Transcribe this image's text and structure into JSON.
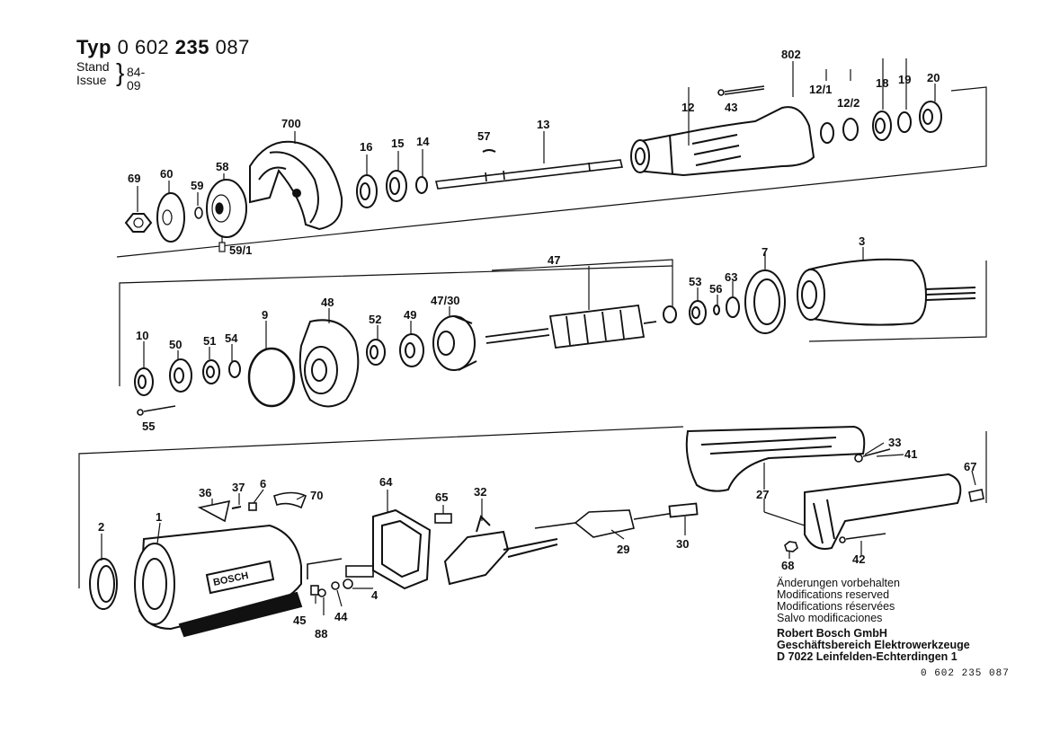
{
  "header": {
    "typ_label": "Typ",
    "typ_number_a": "0 602",
    "typ_number_b": "235",
    "typ_number_c": "087",
    "stand_label": "Stand",
    "issue_label": "Issue",
    "date": "84-09"
  },
  "parts": {
    "p69": "69",
    "p60": "60",
    "p59": "59",
    "p58": "58",
    "p59_1": "59/1",
    "p700": "700",
    "p16": "16",
    "p15": "15",
    "p14": "14",
    "p57": "57",
    "p13": "13",
    "p12": "12",
    "p43": "43",
    "p802": "802",
    "p12_1": "12/1",
    "p12_2": "12/2",
    "p18": "18",
    "p19": "19",
    "p20": "20",
    "p10": "10",
    "p50": "50",
    "p51": "51",
    "p54": "54",
    "p55": "55",
    "p9": "9",
    "p48": "48",
    "p52": "52",
    "p49": "49",
    "p47_30": "47/30",
    "p47": "47",
    "p53": "53",
    "p56": "56",
    "p63": "63",
    "p7": "7",
    "p3": "3",
    "p2": "2",
    "p1": "1",
    "p36": "36",
    "p37": "37",
    "p6": "6",
    "p70": "70",
    "p45": "45",
    "p88": "88",
    "p44": "44",
    "p4": "4",
    "p64": "64",
    "p65": "65",
    "p32": "32",
    "p29": "29",
    "p30": "30",
    "p33": "33",
    "p41": "41",
    "p27": "27",
    "p67": "67",
    "p68": "68",
    "p42": "42"
  },
  "notes": [
    "Änderungen vorbehalten",
    "Modifications reserved",
    "Modifications réservées",
    "Salvo modificaciones"
  ],
  "company": [
    "Robert Bosch GmbH",
    "Geschäftsbereich Elektrowerkzeuge",
    "D 7022 Leinfelden-Echterdingen 1"
  ],
  "doc_number": "0 602 235 087",
  "brand_on_housing": "BOSCH"
}
